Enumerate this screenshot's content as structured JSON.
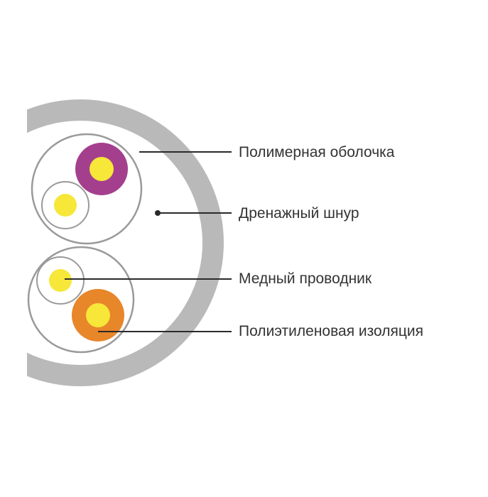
{
  "labels": {
    "jacket": "Полимерная оболочка",
    "drain_wire": "Дренажный шнур",
    "copper_conductor": "Медный проводник",
    "insulation": "Полиэтиленовая изоляция"
  },
  "colors": {
    "jacket": "#b9b9b9",
    "pair_outline": "#9a9a9a",
    "conductor": "#f6e739",
    "insulation_purple": "#a43f8e",
    "insulation_orange": "#e8862a",
    "insulation_white": "#ffffff",
    "leader_line": "#2a2a2a",
    "text": "#333333"
  }
}
